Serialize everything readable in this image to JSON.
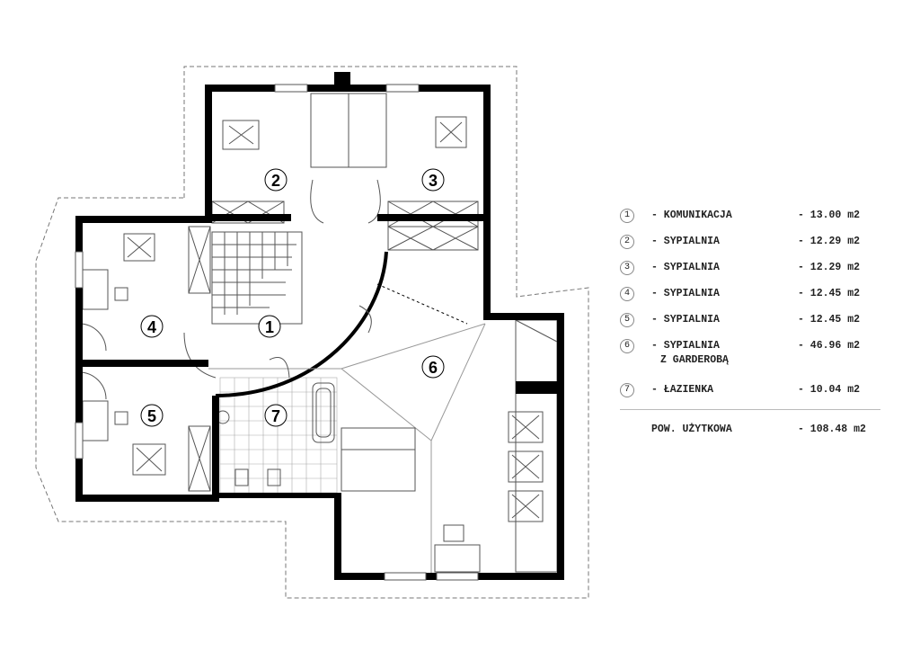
{
  "plan": {
    "room_labels": [
      "1",
      "2",
      "3",
      "4",
      "5",
      "6",
      "7"
    ]
  },
  "legend": {
    "rooms": [
      {
        "num": "1",
        "name": "- KOMUNIKACJA",
        "area": "- 13.00 m2"
      },
      {
        "num": "2",
        "name": "- SYPIALNIA",
        "area": "- 12.29 m2"
      },
      {
        "num": "3",
        "name": "- SYPIALNIA",
        "area": "- 12.29 m2"
      },
      {
        "num": "4",
        "name": "- SYPIALNIA",
        "area": "- 12.45 m2"
      },
      {
        "num": "5",
        "name": "- SYPIALNIA",
        "area": "- 12.45 m2"
      },
      {
        "num": "6",
        "name": "- SYPIALNIA",
        "name2": "Z GARDEROBĄ",
        "area": "- 46.96 m2"
      },
      {
        "num": "7",
        "name": "- ŁAZIENKA",
        "area": "- 10.04 m2"
      }
    ],
    "total_label": "POW. UŻYTKOWA",
    "total_area": "- 108.48 m2"
  }
}
